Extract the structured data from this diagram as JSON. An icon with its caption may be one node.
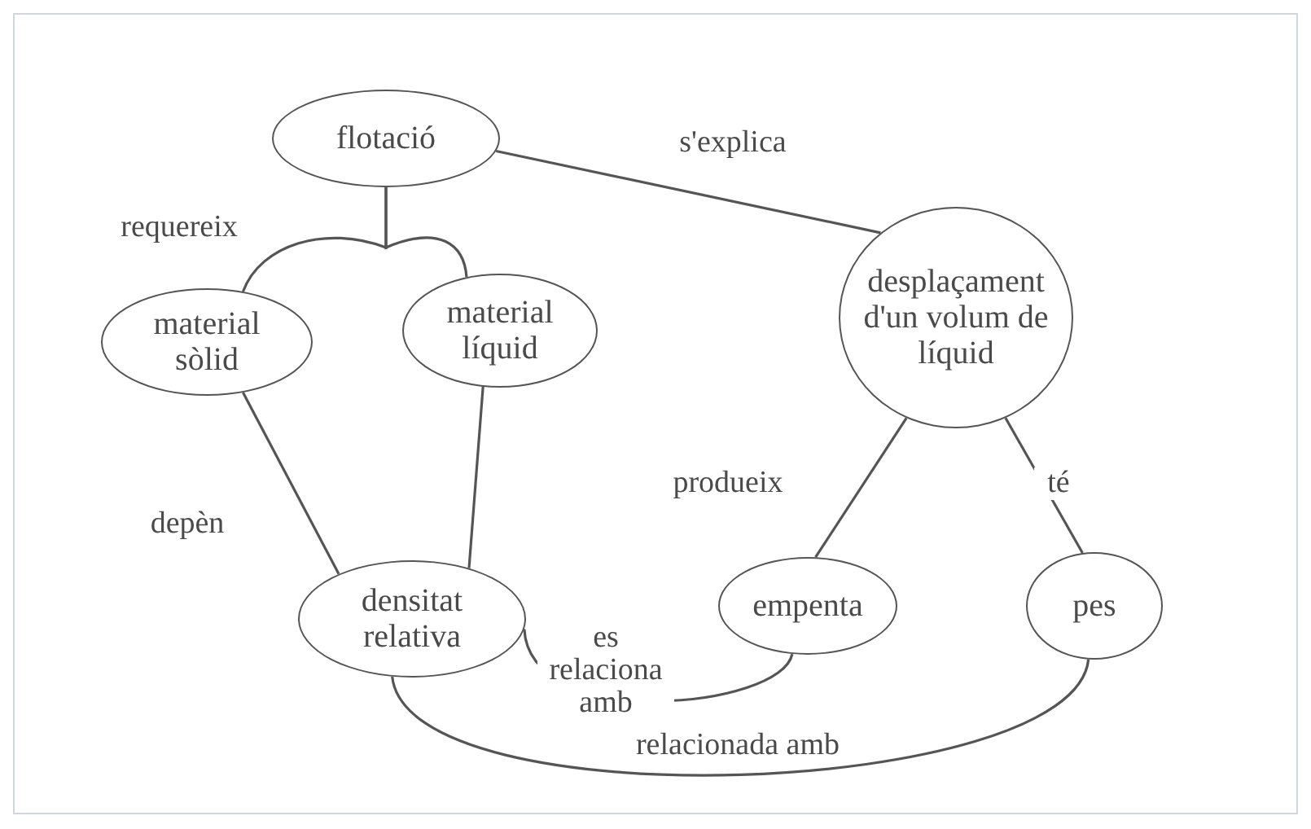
{
  "diagram": {
    "nodes": [
      {
        "text": [
          "flotació"
        ]
      },
      {
        "text": [
          "material sòlid"
        ]
      },
      {
        "text": [
          "material líquid"
        ]
      },
      {
        "text": [
          "desplaçament d'un volum de líquid"
        ]
      },
      {
        "text": [
          "densitat relativa"
        ]
      },
      {
        "text": [
          "empenta"
        ]
      },
      {
        "text": [
          "pes"
        ]
      }
    ],
    "edges": [
      {
        "from": 0,
        "to": 1,
        "arrow": "none",
        "label": "requereix"
      },
      {
        "from": 0,
        "to": 2,
        "arrow": "none"
      },
      {
        "from": 0,
        "to": 3,
        "arrow": "none",
        "label": "s'explica"
      },
      {
        "from": 1,
        "to": 4,
        "arrow": "none",
        "label": "depèn"
      },
      {
        "from": 2,
        "to": 4,
        "arrow": "none"
      },
      {
        "from": 3,
        "to": 5,
        "arrow": "none",
        "label": "produeix"
      },
      {
        "from": 3,
        "to": 6,
        "arrow": "none",
        "label": "té"
      },
      {
        "from": 4,
        "to": 5,
        "arrow": "none",
        "label": "es relaciona amb"
      },
      {
        "from": 4,
        "to": 6,
        "arrow": "none",
        "label": "relacionada amb"
      }
    ]
  }
}
